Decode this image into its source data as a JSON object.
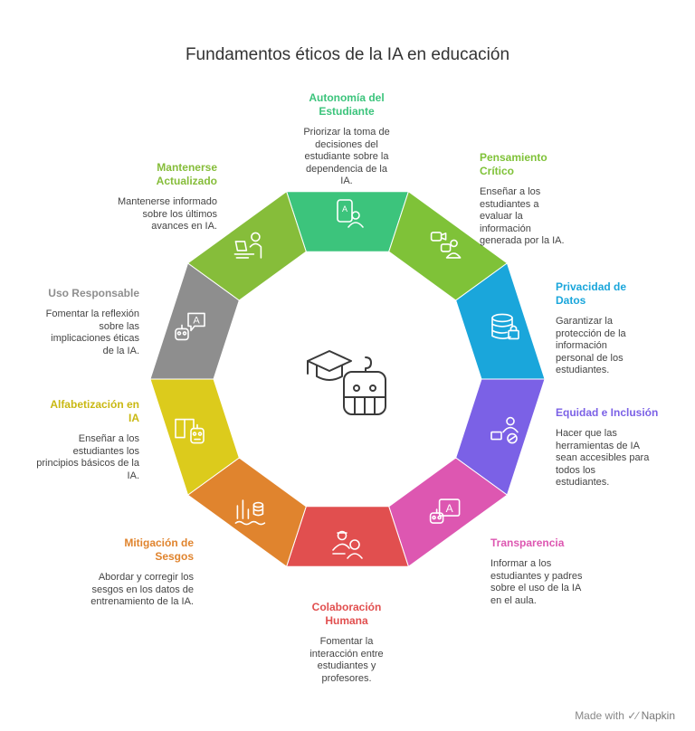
{
  "title": "Fundamentos éticos de la IA en educación",
  "footer": {
    "made_with": "Made with",
    "brand": "Napkin"
  },
  "segments": [
    {
      "key": "autonomia",
      "color": "#3cc47c",
      "icon": "student-tablet-icon",
      "title": "Autonomía del Estudiante",
      "desc": "Priorizar la toma de decisiones del estudiante sobre la dependencia de la IA."
    },
    {
      "key": "pensamiento",
      "color": "#7fc238",
      "icon": "video-chat-icon",
      "title": "Pensamiento Crítico",
      "desc": "Enseñar a los estudiantes a evaluar la información generada por la IA."
    },
    {
      "key": "privacidad",
      "color": "#1aa6db",
      "icon": "database-lock-icon",
      "title": "Privacidad de Datos",
      "desc": "Garantizar la protección de la información personal de los estudiantes."
    },
    {
      "key": "equidad",
      "color": "#7b61e6",
      "icon": "people-laptop-icon",
      "title": "Equidad e Inclusión",
      "desc": "Hacer que las herramientas de IA sean accesibles para todos los estudiantes."
    },
    {
      "key": "transparencia",
      "color": "#dd57b1",
      "icon": "robot-board-icon",
      "title": "Transparencia",
      "desc": "Informar a los estudiantes y padres sobre el uso de la IA en el aula."
    },
    {
      "key": "colaboracion",
      "color": "#e14f4f",
      "icon": "teacher-student-icon",
      "title": "Colaboración Humana",
      "desc": "Fomentar la interacción entre estudiantes y profesores."
    },
    {
      "key": "mitigacion",
      "color": "#e0842e",
      "icon": "data-chart-icon",
      "title": "Mitigación de Sesgos",
      "desc": "Abordar y corregir los sesgos en los datos de entrenamiento de la IA."
    },
    {
      "key": "alfabetizacion",
      "color": "#dccb1c",
      "icon": "book-robot-icon",
      "title": "Alfabetización en IA",
      "desc": "Enseñar a los estudiantes los principios básicos de la IA."
    },
    {
      "key": "uso",
      "color": "#8e8e8e",
      "icon": "robot-speech-icon",
      "title": "Uso Responsable",
      "desc": "Fomentar la reflexión sobre las implicaciones éticas de la IA."
    },
    {
      "key": "actualizado",
      "color": "#86bd3a",
      "icon": "person-laptop-icon",
      "title": "Mantenerse Actualizado",
      "desc": "Mantenerse informado sobre los últimos avances en IA."
    }
  ],
  "center_icon": "graduation-robot-icon"
}
